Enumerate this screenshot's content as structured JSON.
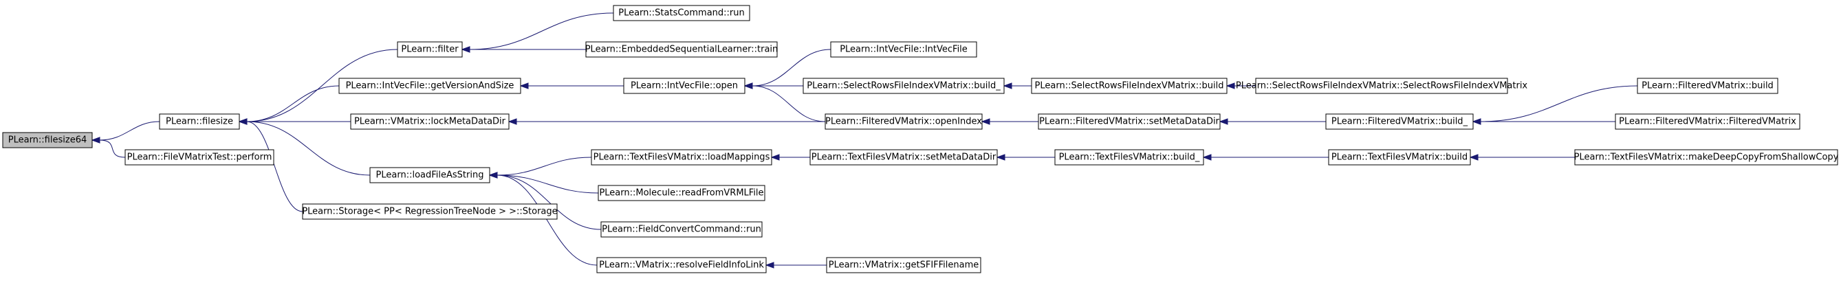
{
  "nodes": {
    "n0": "PLearn::filesize64",
    "n1": "PLearn::filesize",
    "n2": "PLearn::FileVMatrixTest::perform",
    "n3": "PLearn::filter",
    "n4": "PLearn::IntVecFile::getVersionAndSize",
    "n5": "PLearn::VMatrix::lockMetaDataDir",
    "n6": "PLearn::loadFileAsString",
    "n7": "PLearn::Storage< PP< RegressionTreeNode > >::Storage",
    "n8": "PLearn::StatsCommand::run",
    "n9": "PLearn::EmbeddedSequentialLearner::train",
    "n10": "PLearn::IntVecFile::open",
    "n11": "PLearn::IntVecFile::IntVecFile",
    "n12": "PLearn::SelectRowsFileIndexVMatrix::build_",
    "n13": "PLearn::SelectRowsFileIndexVMatrix::build",
    "n14": "PLearn::SelectRowsFileIndexVMatrix::SelectRowsFileIndexVMatrix",
    "n15": "PLearn::FilteredVMatrix::openIndex",
    "n16": "PLearn::FilteredVMatrix::setMetaDataDir",
    "n17": "PLearn::FilteredVMatrix::build_",
    "n18": "PLearn::FilteredVMatrix::build",
    "n19": "PLearn::FilteredVMatrix::FilteredVMatrix",
    "n20": "PLearn::TextFilesVMatrix::loadMappings",
    "n21": "PLearn::TextFilesVMatrix::setMetaDataDir",
    "n22": "PLearn::TextFilesVMatrix::build_",
    "n23": "PLearn::TextFilesVMatrix::build",
    "n24": "PLearn::TextFilesVMatrix::makeDeepCopyFromShallowCopy",
    "n25": "PLearn::Molecule::readFromVRMLFile",
    "n26": "PLearn::FieldConvertCommand::run",
    "n27": "PLearn::VMatrix::resolveFieldInfoLink",
    "n28": "PLearn::VMatrix::getSFIFFilename"
  },
  "edges": [
    [
      "n1",
      "n0"
    ],
    [
      "n2",
      "n0"
    ],
    [
      "n3",
      "n1"
    ],
    [
      "n4",
      "n1"
    ],
    [
      "n5",
      "n1"
    ],
    [
      "n6",
      "n1"
    ],
    [
      "n7",
      "n1"
    ],
    [
      "n8",
      "n3"
    ],
    [
      "n9",
      "n3"
    ],
    [
      "n10",
      "n4"
    ],
    [
      "n11",
      "n10"
    ],
    [
      "n12",
      "n10"
    ],
    [
      "n15",
      "n10"
    ],
    [
      "n13",
      "n12"
    ],
    [
      "n14",
      "n13"
    ],
    [
      "n15",
      "n5"
    ],
    [
      "n16",
      "n15"
    ],
    [
      "n17",
      "n16"
    ],
    [
      "n18",
      "n17"
    ],
    [
      "n19",
      "n17"
    ],
    [
      "n20",
      "n6"
    ],
    [
      "n25",
      "n6"
    ],
    [
      "n26",
      "n6"
    ],
    [
      "n27",
      "n6"
    ],
    [
      "n21",
      "n20"
    ],
    [
      "n22",
      "n21"
    ],
    [
      "n23",
      "n22"
    ],
    [
      "n24",
      "n23"
    ],
    [
      "n28",
      "n27"
    ]
  ],
  "colors": {
    "edge": "#191970",
    "root_fill": "#bfbfbf",
    "node_fill": "#ffffff",
    "border": "#000000"
  }
}
